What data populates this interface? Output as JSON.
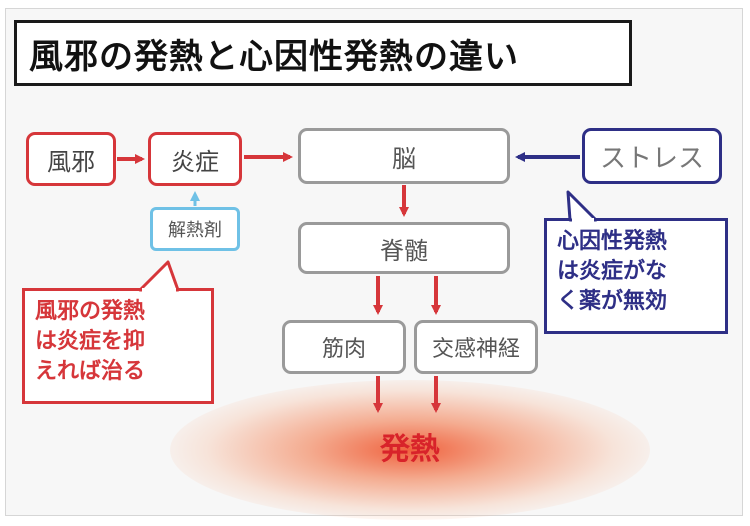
{
  "title": "風邪の発熱と心因性発熱の違い",
  "nodes": {
    "cold": "風邪",
    "inflammation": "炎症",
    "antipyretic": "解熱剤",
    "brain": "脳",
    "stress": "ストレス",
    "spinal_cord": "脊髄",
    "muscle": "筋肉",
    "sympathetic": "交感神経",
    "fever": "発熱"
  },
  "callouts": {
    "cold_fever": [
      "風邪の発熱",
      "は炎症を抑",
      "えれば治る"
    ],
    "psychogenic_fever": [
      "心因性発熱",
      "は炎症がな",
      "く薬が無効"
    ]
  },
  "colors": {
    "red": "#d6363a",
    "navy": "#2e2f86",
    "gray": "#9a9a9a",
    "sky": "#6fc1e6",
    "fever": "#d8232a"
  }
}
